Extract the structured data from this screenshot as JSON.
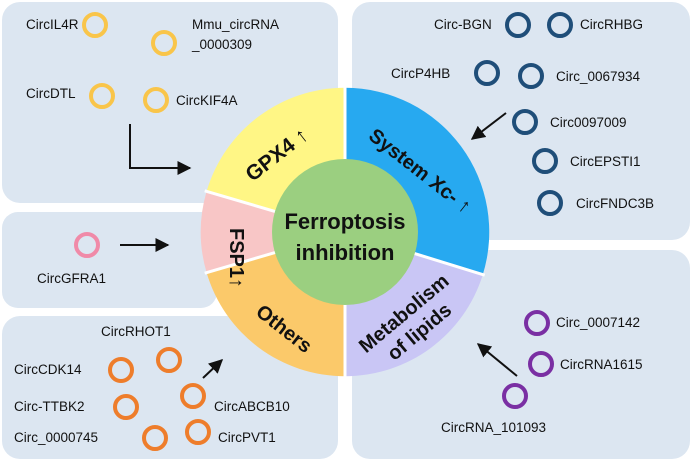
{
  "center": {
    "line1": "Ferroptosis",
    "line2": "inhibition"
  },
  "segments": {
    "gpx4": {
      "label": "GPX4",
      "arrow": "↑"
    },
    "system_xc": {
      "label": "System Xc-",
      "arrow": "↑"
    },
    "fsp1": {
      "label": "FSP1",
      "arrow": "↑"
    },
    "others": {
      "label": "Others"
    },
    "lipids": {
      "line1": "Metabolism",
      "line2": "of lipids"
    }
  },
  "panels": {
    "gpx4": [
      "CircIL4R",
      "Mmu_circRNA",
      "_0000309",
      "CircDTL",
      "CircKIF4A"
    ],
    "system_xc": [
      "Circ-BGN",
      "CircRHBG",
      "CircP4HB",
      "Circ_0067934",
      "Circ0097009",
      "CircEPSTI1",
      "CircFNDC3B"
    ],
    "fsp1": [
      "CircGFRA1"
    ],
    "others": [
      "CircRHOT1",
      "CircCDK14",
      "Circ-TTBK2",
      "Circ_0000745",
      "CircABCB10",
      "CircPVT1"
    ],
    "lipids": [
      "Circ_0007142",
      "CircRNA1615",
      "CircRNA_101093"
    ]
  },
  "colors": {
    "panel_bg": "#dce6f1",
    "gpx4": "#fff685",
    "system_xc": "#27a9f0",
    "fsp1": "#f8c6c6",
    "others": "#fbc96a",
    "lipids": "#c9c6f5",
    "center": "#9bcf80",
    "ring_gpx4": "#f9c54a",
    "ring_system_xc": "#1f4e79",
    "ring_fsp1": "#f08aa8",
    "ring_others": "#ee7d2b",
    "ring_lipids": "#7a2fa3"
  }
}
